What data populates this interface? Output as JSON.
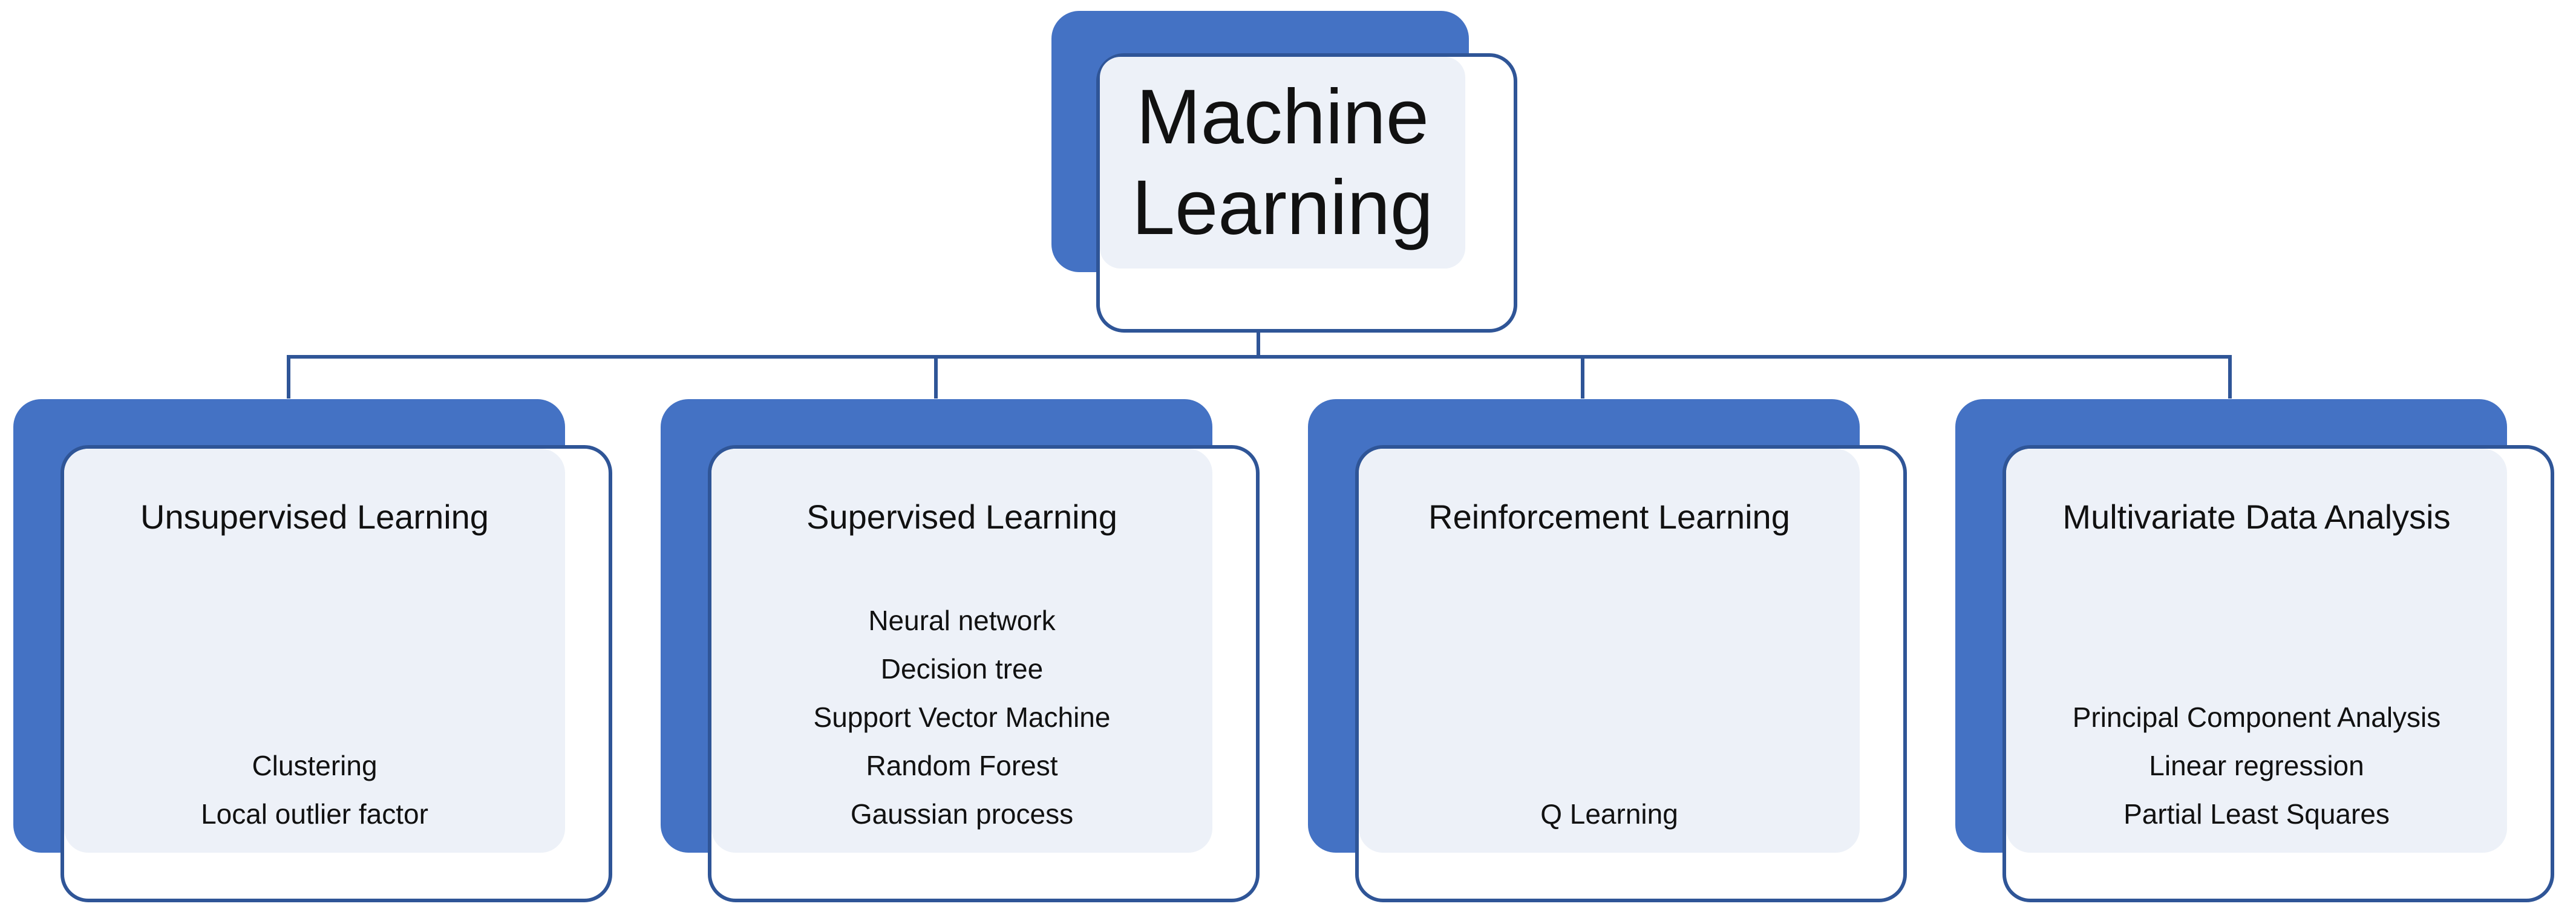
{
  "root": {
    "title_line1": "Machine",
    "title_line2": "Learning"
  },
  "children": [
    {
      "title": "Unsupervised Learning",
      "items": [
        "Clustering",
        "Local outlier factor"
      ]
    },
    {
      "title": "Supervised Learning",
      "items": [
        "Neural network",
        "Decision tree",
        "Support Vector Machine",
        "Random Forest",
        "Gaussian process"
      ]
    },
    {
      "title": "Reinforcement Learning",
      "items": [
        "Q Learning"
      ]
    },
    {
      "title": "Multivariate Data Analysis",
      "items": [
        "Principal Component Analysis",
        "Linear regression",
        "Partial Least Squares"
      ]
    }
  ],
  "colors": {
    "accent_fill": "#4472c4",
    "border": "#2f5597",
    "overlap_fill": "#edf1f8"
  }
}
